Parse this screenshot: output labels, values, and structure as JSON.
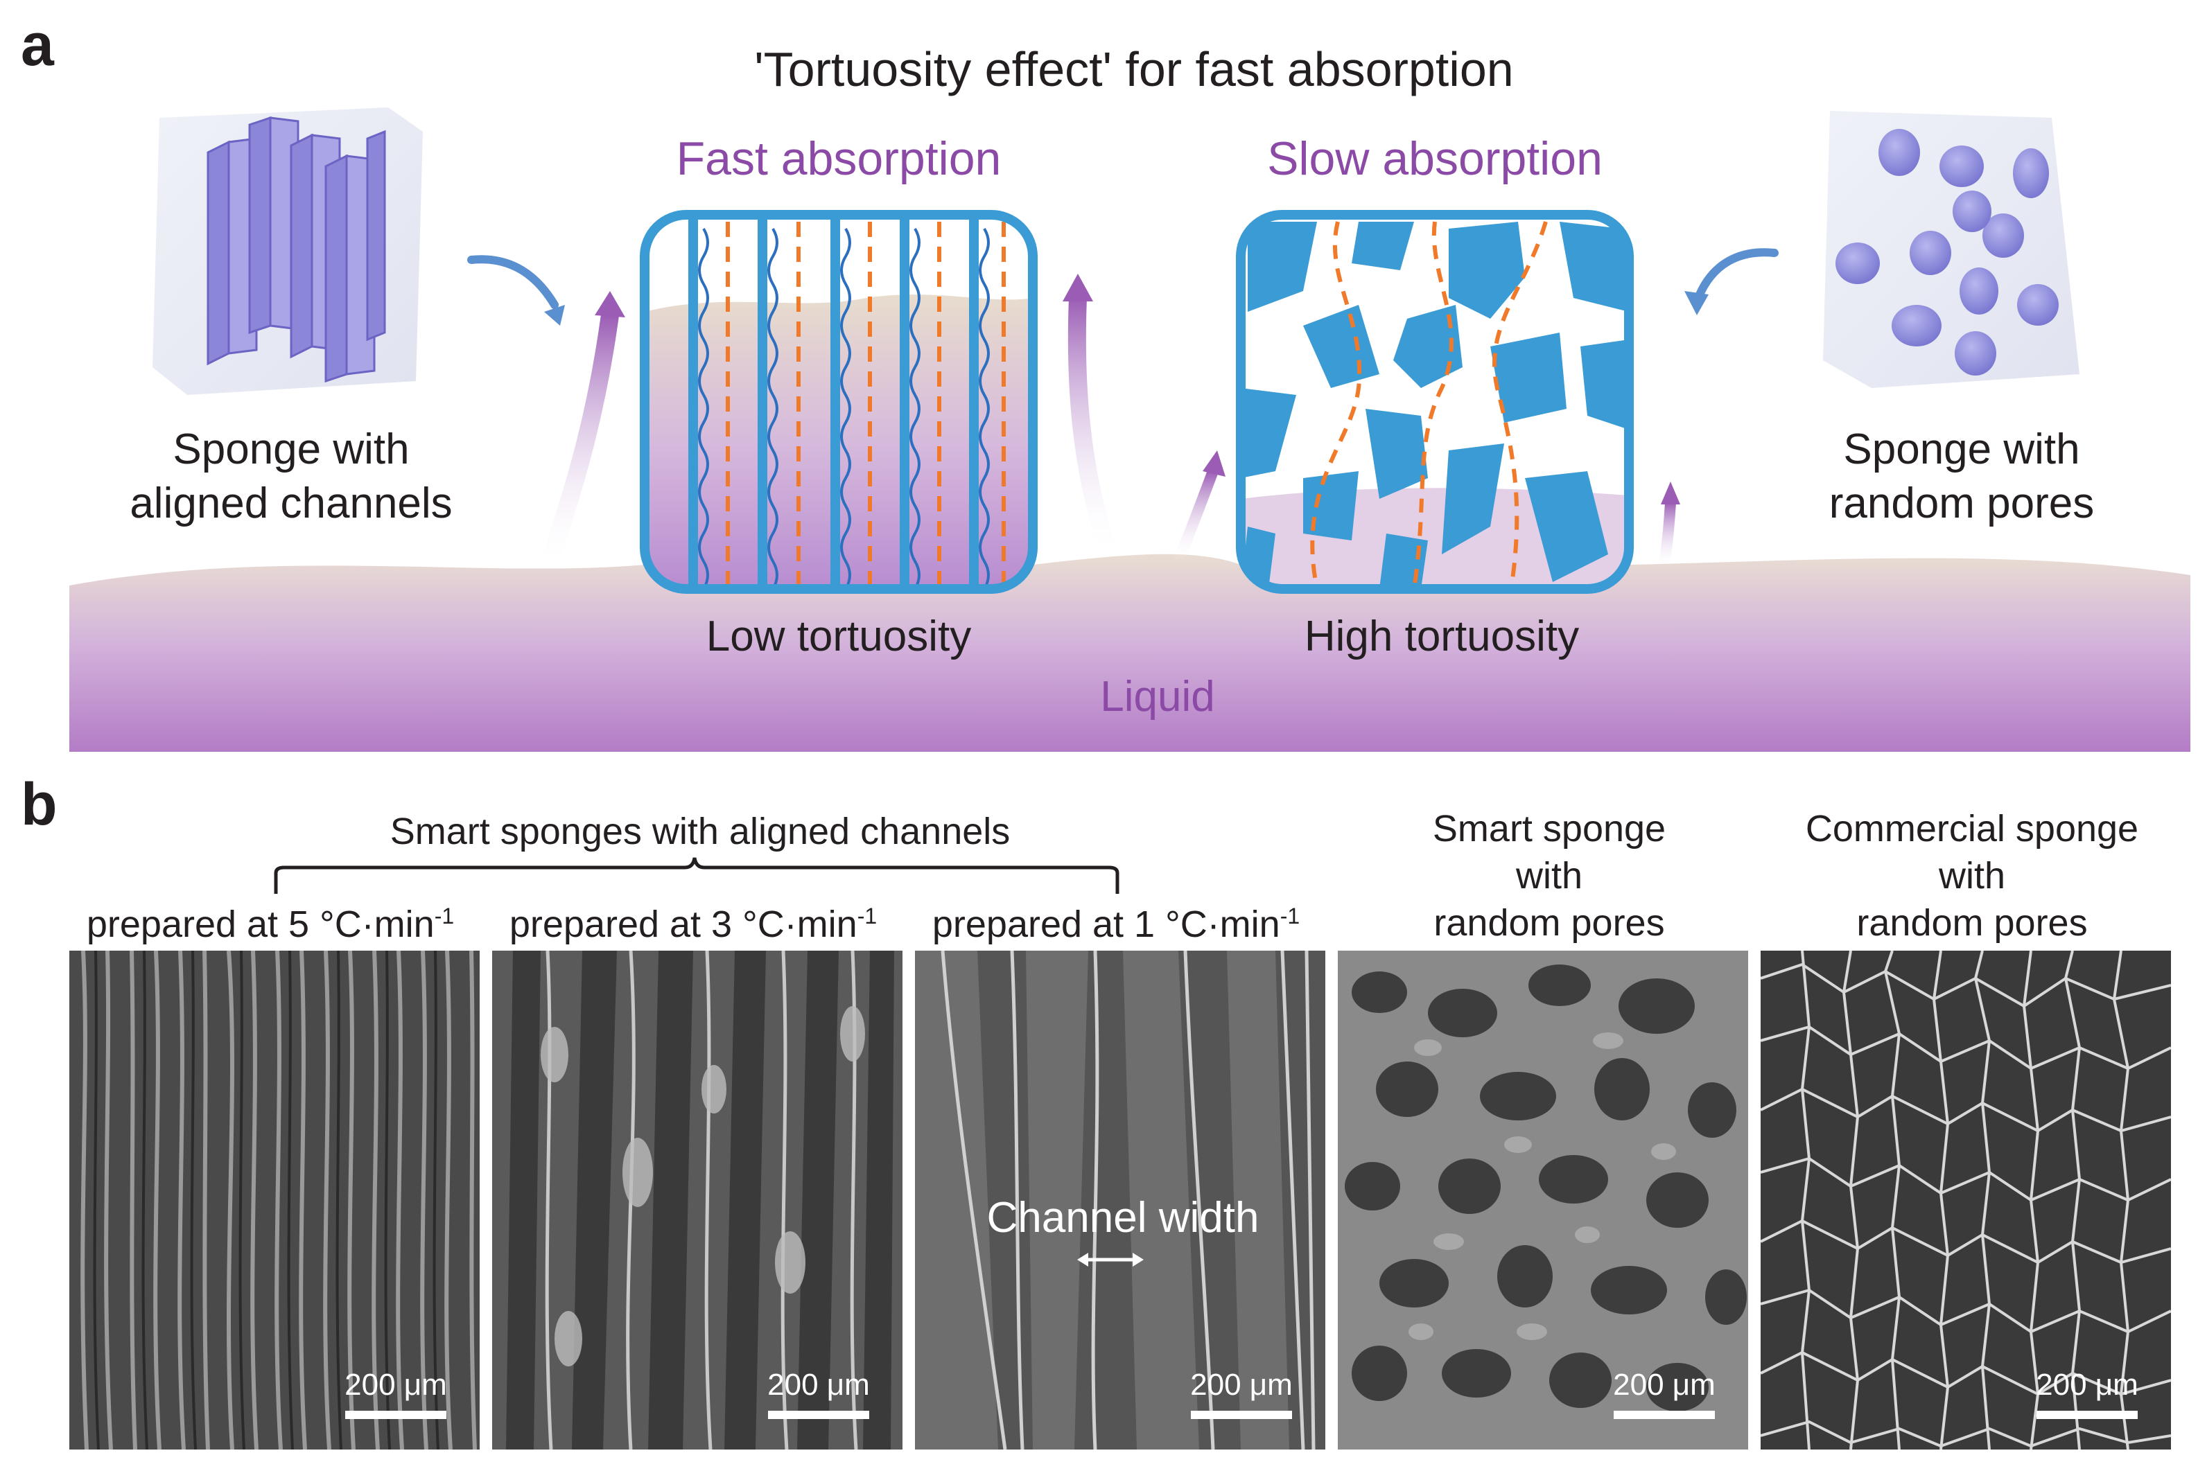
{
  "panel_a": {
    "letter": "a",
    "title": "'Tortuosity effect' for fast absorption",
    "fast_label": "Fast absorption",
    "slow_label": "Slow absorption",
    "left_sponge_label_line1": "Sponge with",
    "left_sponge_label_line2": "aligned channels",
    "right_sponge_label_line1": "Sponge with",
    "right_sponge_label_line2": "random pores",
    "low_tortuosity": "Low tortuosity",
    "high_tortuosity": "High tortuosity",
    "liquid": "Liquid"
  },
  "panel_b": {
    "letter": "b",
    "group_title": "Smart sponges with aligned channels",
    "images": [
      {
        "label": "prepared at 5 °C·min",
        "sup": "-1",
        "scale": "200 μm"
      },
      {
        "label": "prepared at 3 °C·min",
        "sup": "-1",
        "scale": "200 μm"
      },
      {
        "label": "prepared at 1 °C·min",
        "sup": "-1",
        "scale": "200 μm",
        "annotation": "Channel width"
      },
      {
        "label_line1": "Smart sponge",
        "label_line2": "with",
        "label_line3": "random pores",
        "scale": "200 μm"
      },
      {
        "label_line1": "Commercial sponge",
        "label_line2": "with",
        "label_line3": "random pores",
        "scale": "200 μm"
      }
    ]
  },
  "colors": {
    "purple": "#8a4aa5",
    "blue": "#3a9bd5",
    "orange": "#f07a2a",
    "liquid": "#c79ad6"
  }
}
